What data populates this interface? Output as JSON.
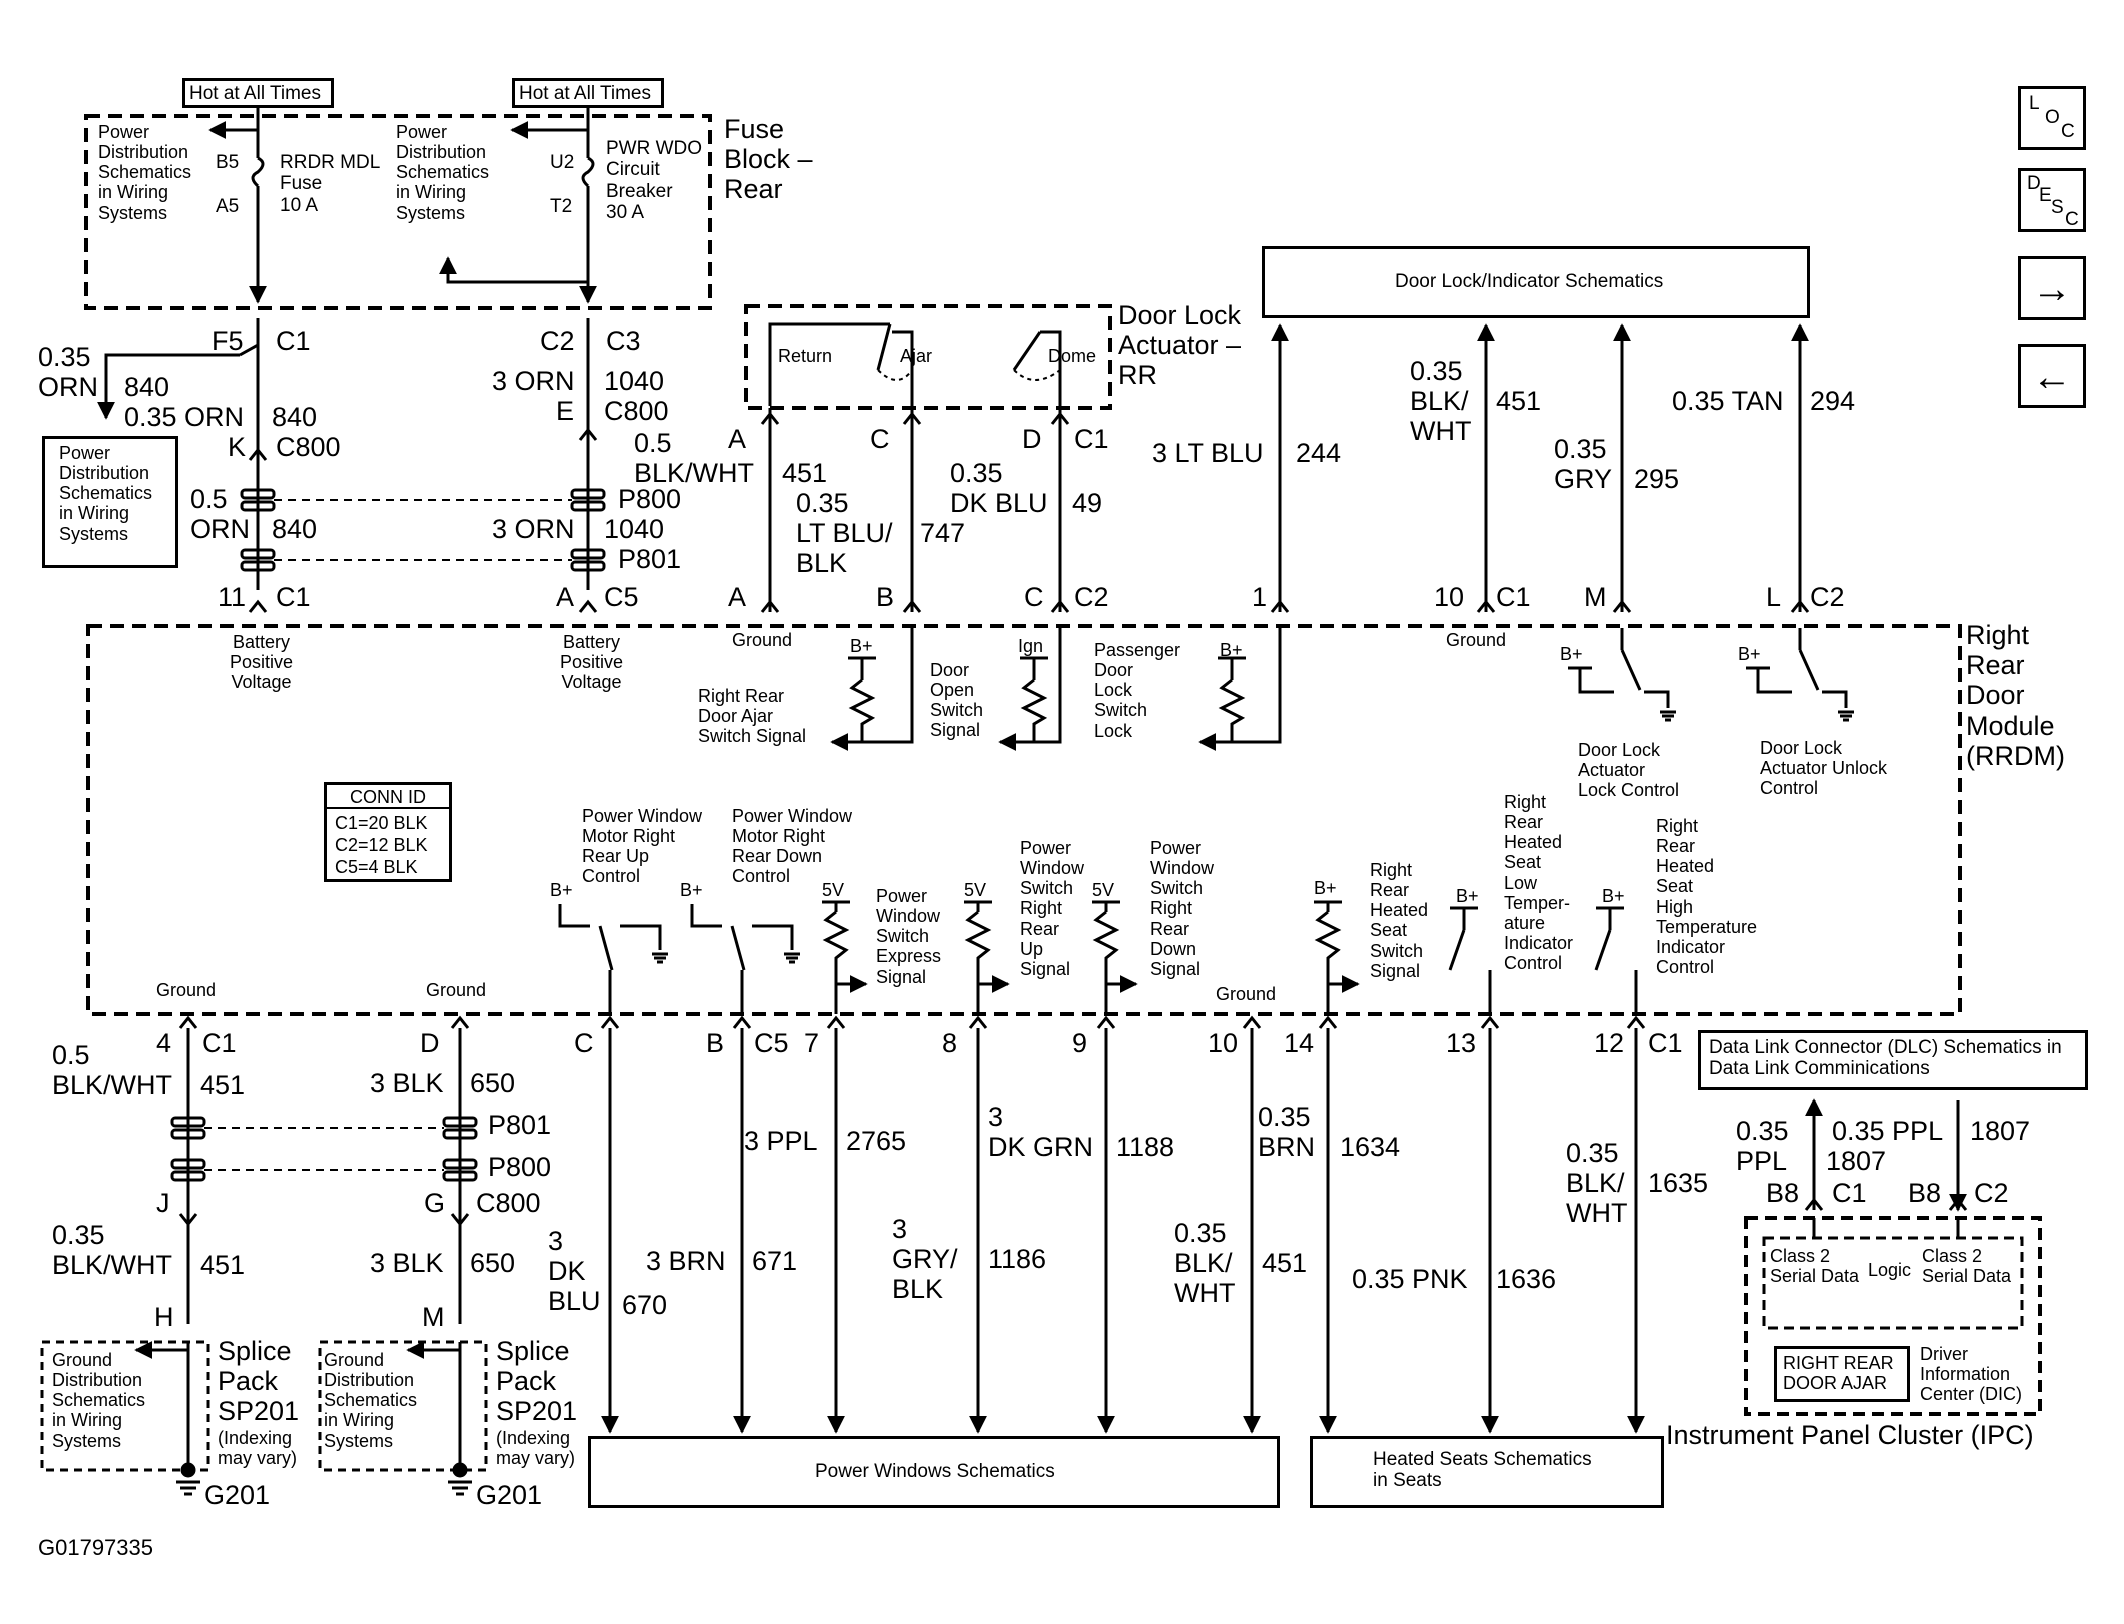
{
  "fuse_block": {
    "hot1": "Hot at All Times",
    "hot2": "Hot at All Times",
    "title": "Fuse\nBlock –\nRear",
    "pds1": "Power\nDistribution\nSchematics\nin Wiring\nSystems",
    "pds2": "Power\nDistribution\nSchematics\nin Wiring\nSystems",
    "b5": "B5",
    "a5": "A5",
    "u2": "U2",
    "t2": "T2",
    "fuse": "RRDR MDL\nFuse\n10 A",
    "breaker": "PWR WDO\nCircuit\nBreaker\n30 A"
  },
  "upper_left": {
    "f5": "F5",
    "c1": "C1",
    "c2": "C2",
    "c3": "C3",
    "w840a": "0.35\nORN",
    "n840a": "840",
    "w840b": "0.35 ORN",
    "n840b": "840",
    "w1040a": "3 ORN",
    "n1040a": "1040",
    "k": "K",
    "c800a": "C800",
    "e": "E",
    "c800b": "C800",
    "pds3": "Power\nDistribution\nSchematics\nin Wiring\nSystems",
    "w840c": "0.5\nORN",
    "n840c": "840",
    "w1040b": "3 ORN",
    "n1040b": "1040",
    "p800": "P800",
    "p801": "P801",
    "w451a": "0.5\nBLK/WHT",
    "n451a": "451",
    "pin11": "11",
    "c1b": "C1",
    "pina": "A",
    "c5": "C5",
    "bpv1": "Battery\nPositive\nVoltage",
    "bpv2": "Battery\nPositive\nVoltage"
  },
  "door_lock_actuator": {
    "title": "Door Lock\nActuator –\nRR",
    "return": "Return",
    "ajar": "Ajar",
    "dome": "Dome",
    "pa": "A",
    "pc": "C",
    "pd": "D",
    "c1": "C1",
    "w747": "0.35\nLT BLU/\nBLK",
    "n747": "747",
    "w49": "0.35\nDK BLU",
    "n49": "49",
    "pa2": "A",
    "pb2": "B",
    "pc2": "C",
    "c2": "C2"
  },
  "door_lock_indicator": {
    "title": "Door Lock/Indicator Schematics",
    "w244": "3 LT BLU",
    "n244": "244",
    "w451": "0.35\nBLK/\nWHT",
    "n451": "451",
    "w295": "0.35\nGRY",
    "n295": "295",
    "w294": "0.35 TAN",
    "n294": "294",
    "p1": "1",
    "p10": "10",
    "c1": "C1",
    "pm": "M",
    "pl": "L",
    "c2": "C2"
  },
  "rrdm": {
    "title": "Right\nRear\nDoor\nModule\n(RRDM)",
    "ground1": "Ground",
    "ground2": "Ground",
    "ajar_signal": "Right Rear\nDoor Ajar\nSwitch Signal",
    "open_signal": "Door\nOpen\nSwitch\nSignal",
    "ign": "Ign",
    "pass_lock": "Passenger\nDoor\nLock\nSwitch\nLock",
    "bplus": "B+",
    "lock_ctrl": "Door Lock\nActuator\nLock Control",
    "unlock_ctrl": "Door Lock\nActuator Unlock\nControl",
    "conn_id": "CONN ID",
    "conn1": "C1=20 BLK",
    "conn2": "C2=12 BLK",
    "conn3": "C5=4 BLK",
    "pw_up": "Power Window\nMotor Right\nRear Up\nControl",
    "pw_down": "Power Window\nMotor Right\nRear Down\nControl",
    "five_v": "5V",
    "express": "Power\nWindow\nSwitch\nExpress\nSignal",
    "up_sig": "Power\nWindow\nSwitch\nRight\nRear\nUp\nSignal",
    "down_sig": "Power\nWindow\nSwitch\nRight\nRear\nDown\nSignal",
    "ground3": "Ground",
    "ground4": "Ground",
    "ground5": "Ground",
    "heated_sig": "Right\nRear\nHeated\nSeat\nSwitch\nSignal",
    "heated_low": "Right\nRear\nHeated\nSeat\nLow\nTemper-\nature\nIndicator\nControl",
    "heated_high": "Right\nRear\nHeated\nSeat\nHigh\nTemperature\nIndicator\nControl"
  },
  "lower": {
    "p4": "4",
    "c1a": "C1",
    "pd": "D",
    "w451a": "0.5\nBLK/WHT",
    "n451a": "451",
    "w650a": "3 BLK",
    "n650a": "650",
    "p801": "P801",
    "p800": "P800",
    "pj": "J",
    "pg": "G",
    "c800": "C800",
    "w451b": "0.35\nBLK/WHT",
    "n451b": "451",
    "w650b": "3 BLK",
    "n650b": "650",
    "ph": "H",
    "pm": "M",
    "gds1": "Ground\nDistribution\nSchematics\nin Wiring\nSystems",
    "gds2": "Ground\nDistribution\nSchematics\nin Wiring\nSystems",
    "sp1": "Splice\nPack\nSP201",
    "sp1b": "(Indexing\nmay vary)",
    "sp2": "Splice\nPack\nSP201",
    "sp2b": "(Indexing\nmay vary)",
    "g201a": "G201",
    "g201b": "G201",
    "pc": "C",
    "pb": "B",
    "c5": "C5",
    "p7": "7",
    "p8": "8",
    "p9": "9",
    "p10": "10",
    "p14": "14",
    "p13": "13",
    "p12": "12",
    "c1b": "C1",
    "w670": "3\nDK\nBLU",
    "n670": "670",
    "w671": "3 BRN",
    "n671": "671",
    "w2765": "3 PPL",
    "n2765": "2765",
    "w1186": "3\nGRY/\nBLK",
    "n1186": "1186",
    "w1188": "3\nDK GRN",
    "n1188": "1188",
    "w451c": "0.35\nBLK/\nWHT",
    "n451c": "451",
    "w1634": "0.35\nBRN",
    "n1634": "1634",
    "w1636": "0.35 PNK",
    "n1636": "1636",
    "w1635": "0.35\nBLK/\nWHT",
    "n1635": "1635",
    "pws": "Power Windows Schematics",
    "hss": "Heated Seats Schematics\nin Seats"
  },
  "ipc": {
    "dlc": "Data Link Connector (DLC) Schematics in\nData Link Comminications",
    "w1807a": "0.35\nPPL",
    "n1807a": "1807",
    "w1807b": "0.35 PPL",
    "n1807b": "1807",
    "b8a": "B8",
    "c1": "C1",
    "b8b": "B8",
    "c2": "C2",
    "sd1": "Class 2\nSerial Data",
    "logic": "Logic",
    "sd2": "Class 2\nSerial Data",
    "msg": "RIGHT REAR\nDOOR AJAR",
    "dic": "Driver\nInformation\nCenter (DIC)",
    "title": "Instrument Panel Cluster (IPC)"
  },
  "nav": {
    "loc": "LOC",
    "desc": "DESC",
    "next": "→",
    "prev": "←"
  },
  "figure_id": "G01797335"
}
